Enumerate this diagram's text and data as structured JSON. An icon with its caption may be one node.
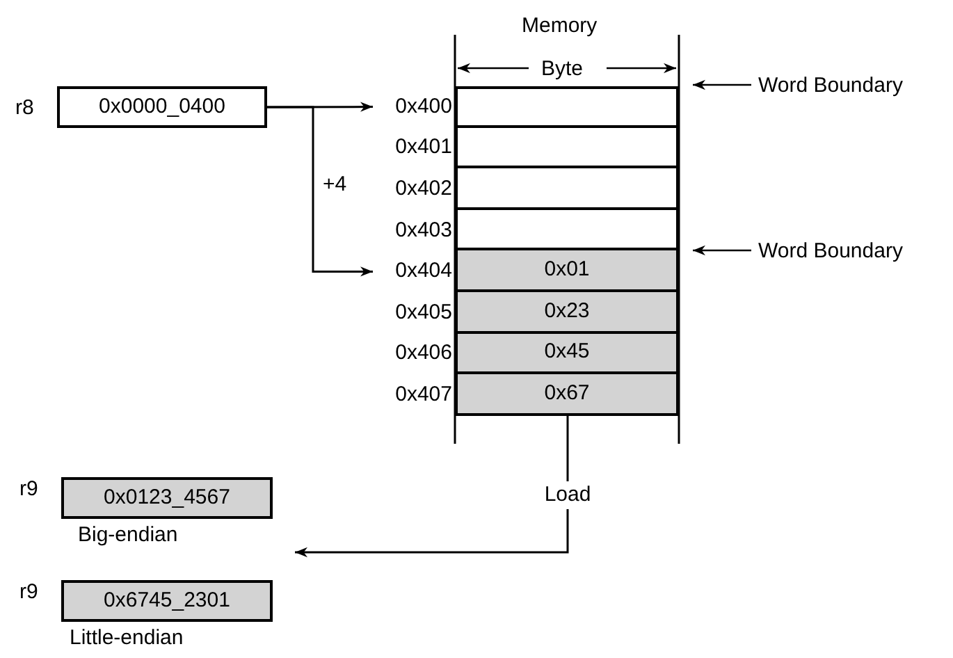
{
  "diagram": {
    "nodes": [
      {
        "text": [
          "0x0000_0400"
        ],
        "beside": [
          "r8"
        ]
      },
      {
        "text": [],
        "shape": "box",
        "beside": [
          "0x400"
        ]
      },
      {
        "text": [],
        "shape": "box",
        "beside": [
          "0x401"
        ]
      },
      {
        "text": [],
        "shape": "box",
        "beside": [
          "0x402"
        ]
      },
      {
        "text": [],
        "shape": "box",
        "beside": [
          "0x403"
        ]
      },
      {
        "text": [
          "0x01"
        ],
        "beside": [
          "0x404"
        ]
      },
      {
        "text": [
          "0x23"
        ],
        "beside": [
          "0x405"
        ]
      },
      {
        "text": [
          "0x45"
        ],
        "beside": [
          "0x406"
        ]
      },
      {
        "text": [
          "0x67"
        ],
        "beside": [
          "0x407"
        ]
      },
      {
        "text": [
          "0x0123_4567"
        ],
        "beside": [
          "r9",
          "Big-endian"
        ]
      },
      {
        "text": [
          "0x6745_2301"
        ],
        "beside": [
          "r9",
          "Little-endian"
        ]
      }
    ],
    "edges": [
      {
        "from": 0,
        "to": 1,
        "arrow": "to"
      },
      {
        "from": 0,
        "to": 5,
        "arrow": "to",
        "label": "+4"
      },
      {
        "from": 8,
        "to": 10,
        "arrow": "to",
        "label": "Load"
      }
    ],
    "labels": [
      "Memory",
      "Byte",
      "Word Boundary",
      "Word Boundary"
    ]
  }
}
